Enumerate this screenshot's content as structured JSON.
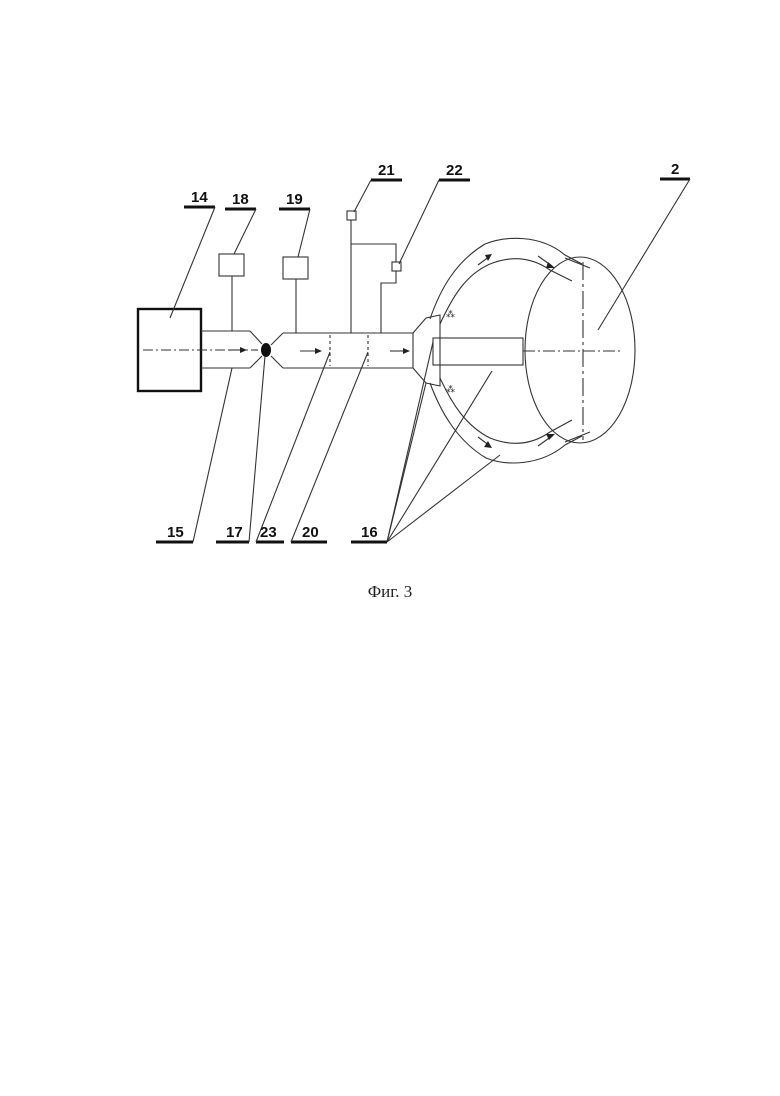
{
  "labels": {
    "l14": "14",
    "l18": "18",
    "l19": "19",
    "l21": "21",
    "l22": "22",
    "l2": "2",
    "l15": "15",
    "l17": "17",
    "l23": "23",
    "l20": "20",
    "l16": "16"
  },
  "caption": "Фиг. 3"
}
